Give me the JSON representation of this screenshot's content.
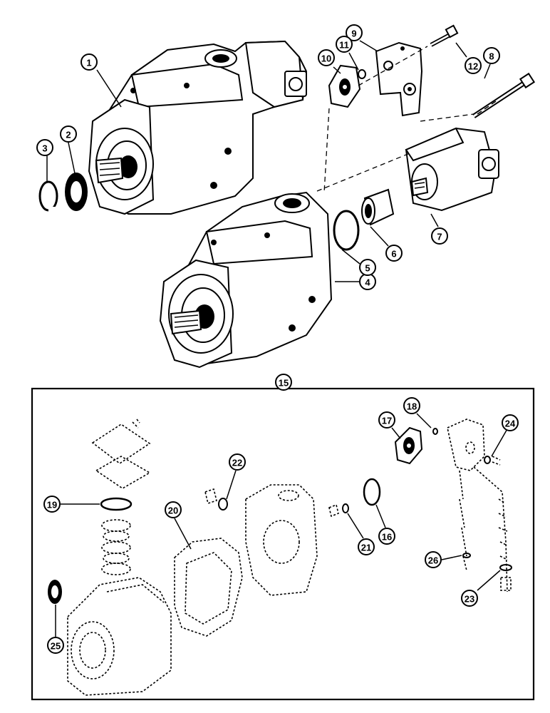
{
  "callouts": [
    {
      "id": "1",
      "label": "1"
    },
    {
      "id": "2",
      "label": "2"
    },
    {
      "id": "3",
      "label": "3"
    },
    {
      "id": "4",
      "label": "4"
    },
    {
      "id": "5",
      "label": "5"
    },
    {
      "id": "6",
      "label": "6"
    },
    {
      "id": "7",
      "label": "7"
    },
    {
      "id": "8",
      "label": "8"
    },
    {
      "id": "9",
      "label": "9"
    },
    {
      "id": "10",
      "label": "10"
    },
    {
      "id": "11",
      "label": "11"
    },
    {
      "id": "12",
      "label": "12"
    },
    {
      "id": "15",
      "label": "15"
    },
    {
      "id": "16",
      "label": "16"
    },
    {
      "id": "17",
      "label": "17"
    },
    {
      "id": "18",
      "label": "18"
    },
    {
      "id": "19",
      "label": "19"
    },
    {
      "id": "20",
      "label": "20"
    },
    {
      "id": "21",
      "label": "21"
    },
    {
      "id": "22",
      "label": "22"
    },
    {
      "id": "23",
      "label": "23"
    },
    {
      "id": "24",
      "label": "24"
    },
    {
      "id": "25",
      "label": "25"
    },
    {
      "id": "26",
      "label": "26"
    }
  ],
  "colors": {
    "ink": "#000000",
    "paper": "#ffffff"
  }
}
